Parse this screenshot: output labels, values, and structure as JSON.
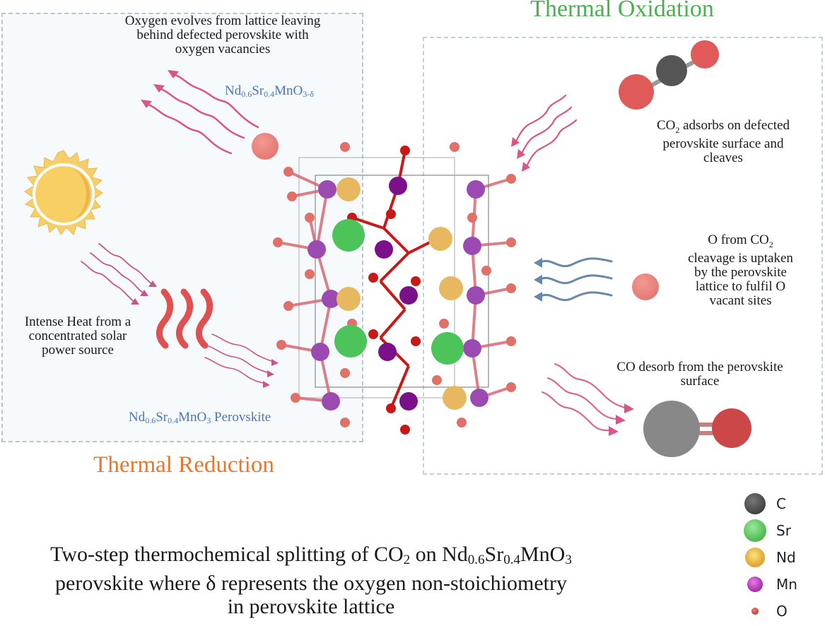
{
  "titles": {
    "oxidation": "Thermal Oxidation",
    "reduction": "Thermal Reduction"
  },
  "left_panel": {
    "oxygen_evolves_note": [
      "Oxygen evolves from lattice leaving",
      "behind defected perovskite with",
      "oxygen vacancies"
    ],
    "reduced_formula": {
      "el1": "Nd",
      "s1": "0.6",
      "el2": "Sr",
      "s2": "0.4",
      "el3": "MnO",
      "s3": "3-δ"
    },
    "heat_note": [
      "Intense Heat from a",
      "concentrated solar",
      "power source"
    ],
    "perovskite_formula": {
      "el1": "Nd",
      "s1": "0.6",
      "el2": "Sr",
      "s2": "0.4",
      "el3": "MnO",
      "s3": "3",
      "suffix": " Perovskite"
    }
  },
  "right_panel": {
    "co2_note": {
      "prefix": "CO",
      "sub": "2",
      "rest": " adsorbs on defected",
      "line2": "perovskite surface and",
      "line3": "cleaves"
    },
    "uptake_note": {
      "line1_prefix": "O from CO",
      "line1_sub": "2",
      "line2": "cleavage is uptaken",
      "line3": "by the perovskite",
      "line4": "lattice to fulfil O",
      "line5": "vacant sites"
    },
    "co_note": [
      "CO desorb from the perovskite",
      "surface"
    ]
  },
  "caption": {
    "line1_a": "Two-step thermochemical splitting of CO",
    "line1_sub1": "2",
    "line1_b": " on Nd",
    "line1_sub2": "0.6",
    "line1_c": "Sr",
    "line1_sub3": "0.4",
    "line1_d": "MnO",
    "line1_sub4": "3",
    "line2": "perovskite where δ represents the oxygen non-stoichiometry",
    "line3": "in perovskite lattice"
  },
  "legend": [
    {
      "label": "C",
      "color": "#3d3d3d",
      "size": 30
    },
    {
      "label": "Sr",
      "color": "#3dbb3d",
      "size": 32
    },
    {
      "label": "Nd",
      "color": "#e09a20",
      "size": 28
    },
    {
      "label": "Mn",
      "color": "#9a1aa0",
      "size": 22
    },
    {
      "label": "O",
      "color": "#d03030",
      "size": 10
    }
  ],
  "colors": {
    "oxidation_title": "#4caf50",
    "reduction_title": "#e8772a",
    "formula_blue": "#4a76b8",
    "wave_pink": "#d9548a",
    "wave_blue": "#6a86a8",
    "heat_red": "#e05050",
    "oxygen_ball": "#e87470"
  }
}
